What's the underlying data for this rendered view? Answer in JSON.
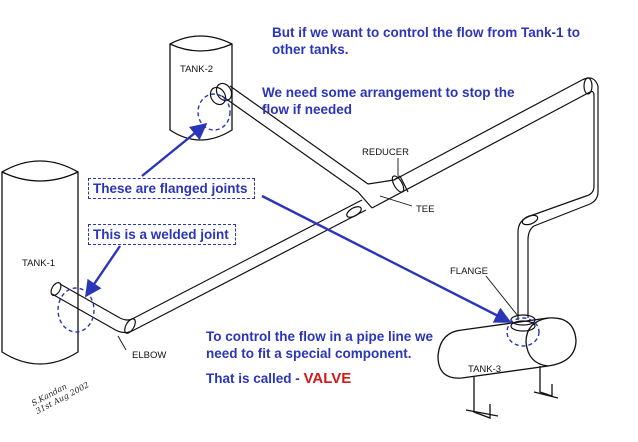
{
  "texts": {
    "heading_line1": "But if we want to control the flow from Tank-1 to",
    "heading_line2": "other tanks.",
    "stop_line1": "We need some arrangement to stop the",
    "stop_line2": "flow if needed",
    "flanged_joints": "These are flanged joints",
    "welded_joint": "This is a welded joint",
    "control_line1": "To control the flow in a pipe line we",
    "control_line2": "need to fit a special component.",
    "called_prefix": "That is called - ",
    "valve_word": "VALVE"
  },
  "labels": {
    "tank1": "TANK-1",
    "tank2": "TANK-2",
    "tank3": "TANK-3",
    "reducer": "REDUCER",
    "tee": "TEE",
    "flange": "FLANGE",
    "elbow": "ELBOW"
  },
  "signature": {
    "line1": "S.Kandan",
    "line2": "31st Aug 2002"
  },
  "colors": {
    "annotation_blue": "#2b35b8",
    "valve_red": "#d11a1a",
    "line_black": "#111111"
  }
}
